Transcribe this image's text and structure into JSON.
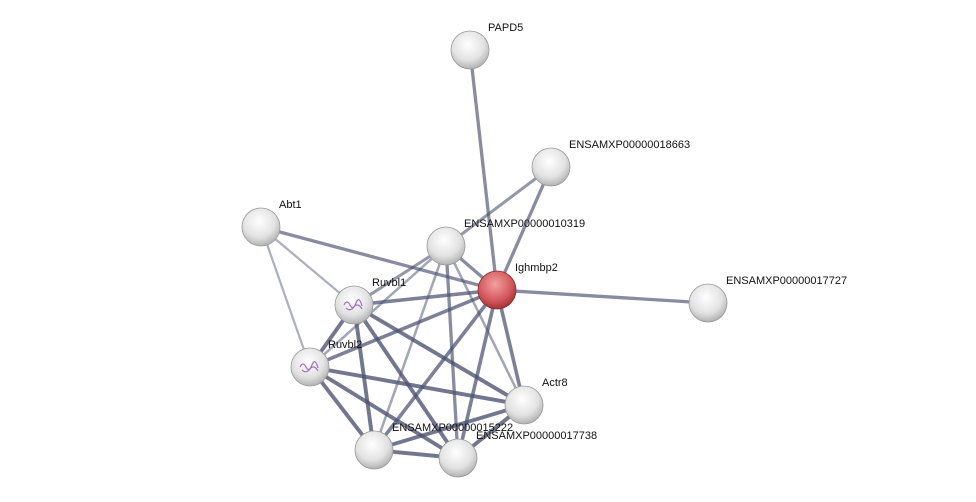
{
  "nodes": [
    {
      "id": "PAPD5",
      "label": "PAPD5",
      "query": false
    },
    {
      "id": "18663",
      "label": "ENSAMXP00000018663",
      "query": false
    },
    {
      "id": "Abt1",
      "label": "Abt1",
      "query": false
    },
    {
      "id": "10319",
      "label": "ENSAMXP00000010319",
      "query": false
    },
    {
      "id": "Ighmbp2",
      "label": "Ighmbp2",
      "query": true
    },
    {
      "id": "17727",
      "label": "ENSAMXP00000017727",
      "query": false
    },
    {
      "id": "Ruvbl1",
      "label": "Ruvbl1",
      "query": false,
      "structure": true
    },
    {
      "id": "Ruvbl2",
      "label": "Ruvbl2",
      "query": false,
      "structure": true
    },
    {
      "id": "Actr8",
      "label": "Actr8",
      "query": false
    },
    {
      "id": "15222",
      "label": "ENSAMXP00000015222",
      "query": false
    },
    {
      "id": "17738",
      "label": "ENSAMXP00000017738",
      "query": false
    }
  ],
  "edges": [
    [
      "PAPD5",
      "Ighmbp2",
      0.6
    ],
    [
      "18663",
      "Ighmbp2",
      0.6
    ],
    [
      "18663",
      "10319",
      0.5
    ],
    [
      "Abt1",
      "Ighmbp2",
      0.6
    ],
    [
      "Abt1",
      "Ruvbl1",
      0.25
    ],
    [
      "Abt1",
      "Ruvbl2",
      0.25
    ],
    [
      "10319",
      "Ighmbp2",
      0.6
    ],
    [
      "10319",
      "Ruvbl1",
      0.5
    ],
    [
      "10319",
      "Ruvbl2",
      0.35
    ],
    [
      "10319",
      "15222",
      0.35
    ],
    [
      "10319",
      "17738",
      0.6
    ],
    [
      "10319",
      "Actr8",
      0.35
    ],
    [
      "Ighmbp2",
      "Ruvbl1",
      0.7
    ],
    [
      "Ighmbp2",
      "Ruvbl2",
      0.7
    ],
    [
      "Ighmbp2",
      "15222",
      0.7
    ],
    [
      "Ighmbp2",
      "17738",
      0.7
    ],
    [
      "Ighmbp2",
      "Actr8",
      0.7
    ],
    [
      "Ighmbp2",
      "17727",
      0.6
    ],
    [
      "Ruvbl1",
      "Ruvbl2",
      0.8
    ],
    [
      "Ruvbl1",
      "15222",
      0.8
    ],
    [
      "Ruvbl1",
      "17738",
      0.8
    ],
    [
      "Ruvbl1",
      "Actr8",
      0.8
    ],
    [
      "Ruvbl2",
      "15222",
      0.8
    ],
    [
      "Ruvbl2",
      "17738",
      0.8
    ],
    [
      "Ruvbl2",
      "Actr8",
      0.8
    ],
    [
      "15222",
      "17738",
      0.8
    ],
    [
      "15222",
      "Actr8",
      0.8
    ],
    [
      "17738",
      "Actr8",
      0.8
    ]
  ],
  "colors": {
    "edge": "#4a5170",
    "query_node": "#c9484c",
    "node": "#d8d8d8"
  }
}
